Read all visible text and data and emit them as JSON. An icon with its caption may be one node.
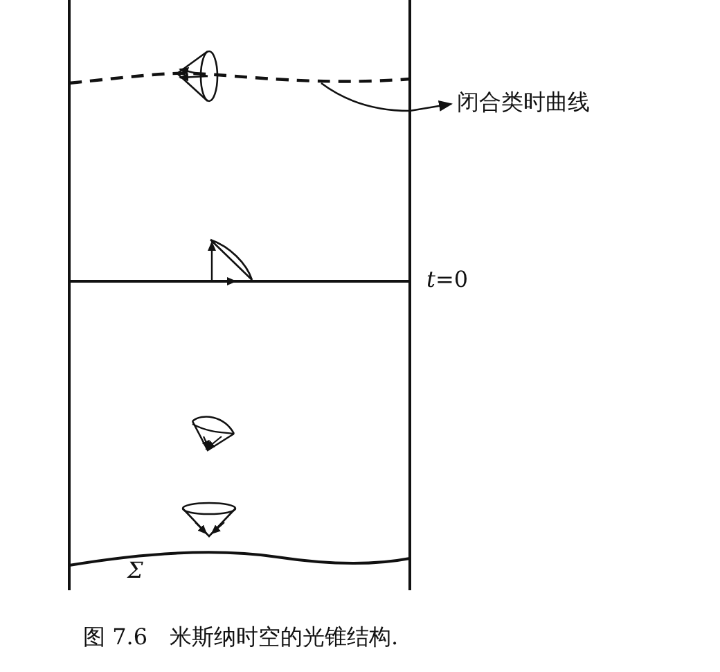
{
  "diagram": {
    "caption": "图 7.6　米斯纳时空的光锥结构.",
    "nodes": [
      {
        "text": [
          "闭合类时曲线"
        ]
      },
      {
        "text": [],
        "shape": "curve"
      }
    ],
    "edges": [
      {
        "from": 1,
        "to": 0,
        "arrow": "to"
      }
    ],
    "labels": [
      "*t*=0",
      "Σ"
    ]
  }
}
